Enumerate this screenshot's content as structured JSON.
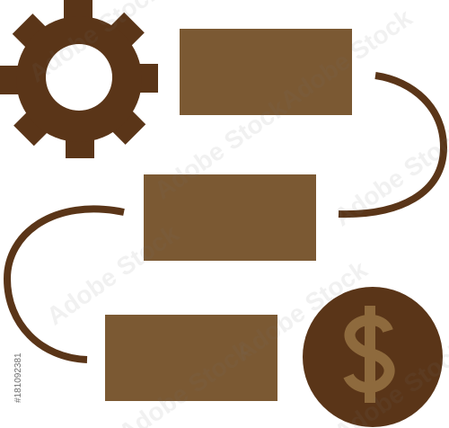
{
  "colors": {
    "dark_brown": "#5a3518",
    "panel_brown": "#7b5933",
    "dollar_brown": "#8e6a3d",
    "background": "#ffffff"
  },
  "icons": {
    "gear": "gear-icon",
    "dollar_coin": "dollar-coin-icon",
    "dollar_sign": "$"
  },
  "panels": [
    "panel-top",
    "panel-middle",
    "panel-bottom"
  ],
  "connectors": [
    "connector-right",
    "connector-left"
  ],
  "watermark": {
    "text": "Adobe Stock",
    "id": "#181092381"
  }
}
